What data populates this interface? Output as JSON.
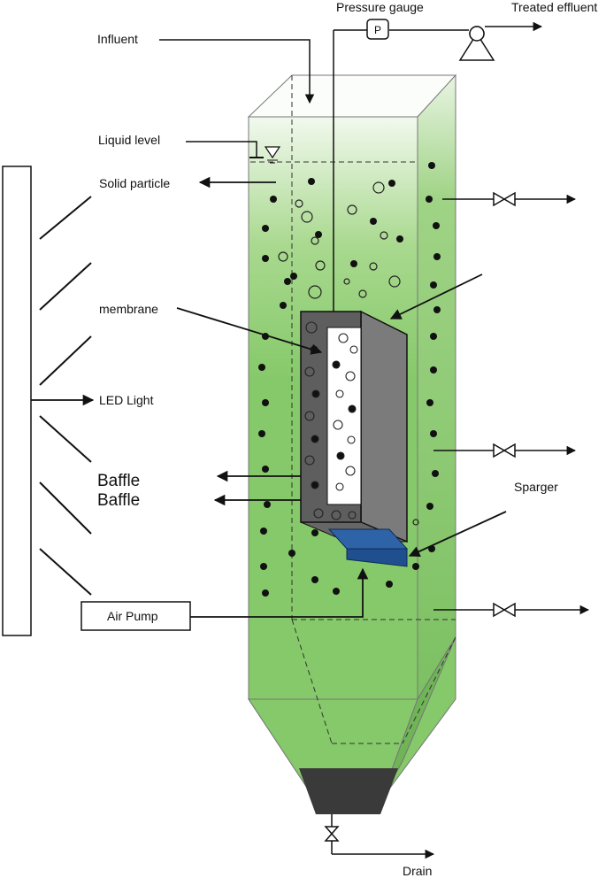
{
  "labels": {
    "pressure_gauge": "Pressure gauge",
    "gauge_symbol": "P",
    "treated_effluent": "Treated effluent",
    "influent": "Influent",
    "liquid_level": "Liquid level",
    "solid_particle": "Solid particle",
    "membrane": "membrane",
    "led_light": "LED Light",
    "baffle_1": "Baffle",
    "baffle_2": "Baffle",
    "sparger": "Sparger",
    "air_pump": "Air Pump",
    "drain": "Drain"
  },
  "colors": {
    "liquid_green": "#86c96a",
    "liquid_light": "#eef7ea",
    "membrane_frame": "#5e5e5e",
    "membrane_side": "#7b7b7b",
    "sparger_blue": "#1f4f8f",
    "cone_bottom": "#3a3a3a",
    "line": "#111111"
  }
}
